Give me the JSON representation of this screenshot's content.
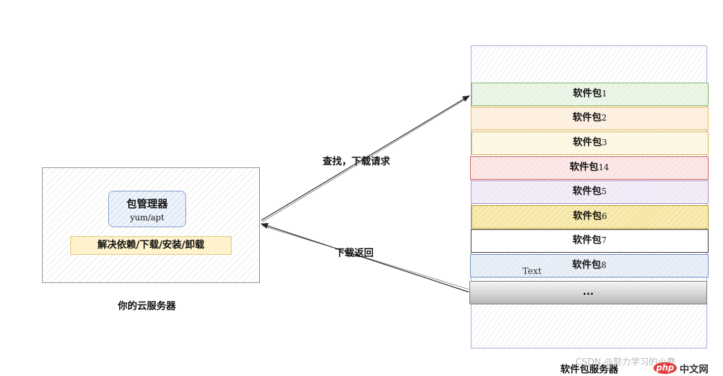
{
  "cloud_server": {
    "label": "你的云服务器",
    "package_manager": {
      "title": "包管理器",
      "subtitle": "yum/apt"
    },
    "dependency_text": "解决依赖/下载/安装/卸载"
  },
  "package_server": {
    "label": "软件包服务器",
    "packages": [
      {
        "name": "软件包",
        "num": "1",
        "border": "#82b366",
        "fill": "#e9f3e3"
      },
      {
        "name": "软件包",
        "num": "2",
        "border": "#e8b64c",
        "fill": "#fdeede"
      },
      {
        "name": "软件包",
        "num": "3",
        "border": "#d6b656",
        "fill": "#fdf6e0"
      },
      {
        "name": "软件包",
        "num": "14",
        "border": "#d06060",
        "fill": "#fbe3e3"
      },
      {
        "name": "软件包",
        "num": "5",
        "border": "#b08ec6",
        "fill": "#f1e9f7"
      },
      {
        "name": "软件包",
        "num": "6",
        "border": "#b59a13",
        "fill": "#f6e6a3"
      },
      {
        "name": "软件包",
        "num": "7",
        "border": "#333333",
        "fill": "#ffffff"
      },
      {
        "name": "软件包",
        "num": "8",
        "border": "#6c8ebf",
        "fill": "#e5ecf6"
      }
    ],
    "more_label": "...",
    "text_note": "Text"
  },
  "arrows": {
    "request_label": "查找，下载请求",
    "return_label": "下载返回"
  },
  "watermark": {
    "text": "CSDN @努力学习的小鹿",
    "logo_text": "php",
    "logo_suffix": "中文网"
  }
}
